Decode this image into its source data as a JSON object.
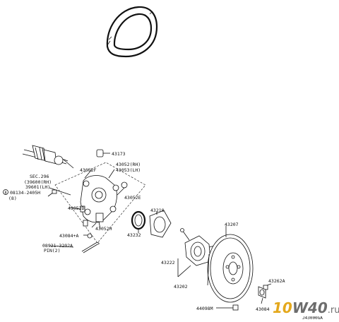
{
  "callouts": {
    "part_43173": "43173",
    "part_43052f_a": "43052F",
    "part_43052_rh": "43052(RH)",
    "part_43053_lh": "43053(LH)",
    "sec_296": "SEC.296",
    "sec_39600": "(39600(RH)",
    "sec_39601": "39601(LH)",
    "bolt_08134": "08134-2405H",
    "bolt_qty": "(8)",
    "part_43052e": "43052E",
    "part_43052d": "43052D",
    "part_43052h": "43052H",
    "part_43084a": "43084+A",
    "pin_08921": "08921-3202A",
    "pin_qty": "PIN(2)",
    "part_43210": "43210",
    "part_43232": "43232",
    "part_43207": "43207",
    "part_43222": "43222",
    "part_43202": "43202",
    "part_43262a": "43262A",
    "part_44098m": "44098M",
    "part_43084": "43084",
    "drawing_number": "J43000GA"
  },
  "watermark": {
    "part1": "10",
    "part2": "W40",
    "part3": ".ru"
  },
  "colors": {
    "ink": "#111111",
    "watermark_gold": "#e4a81c",
    "watermark_gray": "#6d6d6d"
  }
}
